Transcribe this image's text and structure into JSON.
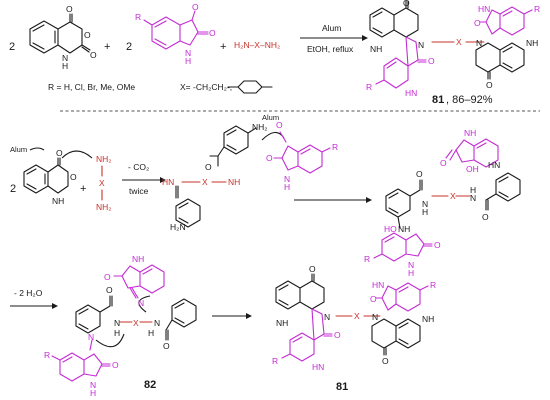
{
  "reaction1": {
    "coeff_anhydride": "2",
    "coeff_isatin": "2",
    "plus1": "+",
    "plus2": "+",
    "isatin_r": "R",
    "diamine": "H₂N–X–NH₂",
    "catalyst": "Alum",
    "conditions": "EtOH, reflux",
    "r_definition": "R = H, Cl, Br, Me, OMe",
    "x_definition": "X= -CH₂CH₂-,",
    "product_compound": "81",
    "product_yield": ", 86–92%"
  },
  "mechanism": {
    "alum_label": "Alum",
    "coeff": "2",
    "plus": "+",
    "co2_loss": "- CO₂",
    "twice": "twice",
    "alum_label_2": "Alum",
    "water_loss": "- 2 H₂O",
    "intermediate_number": "82",
    "final_number": "81"
  },
  "atoms": {
    "O": "O",
    "N": "N",
    "H": "H",
    "NH": "NH",
    "HN": "HN",
    "NH2": "NH₂",
    "H2N": "H₂N",
    "X": "X",
    "R": "R",
    "OH": "OH",
    "HO": "HO"
  }
}
